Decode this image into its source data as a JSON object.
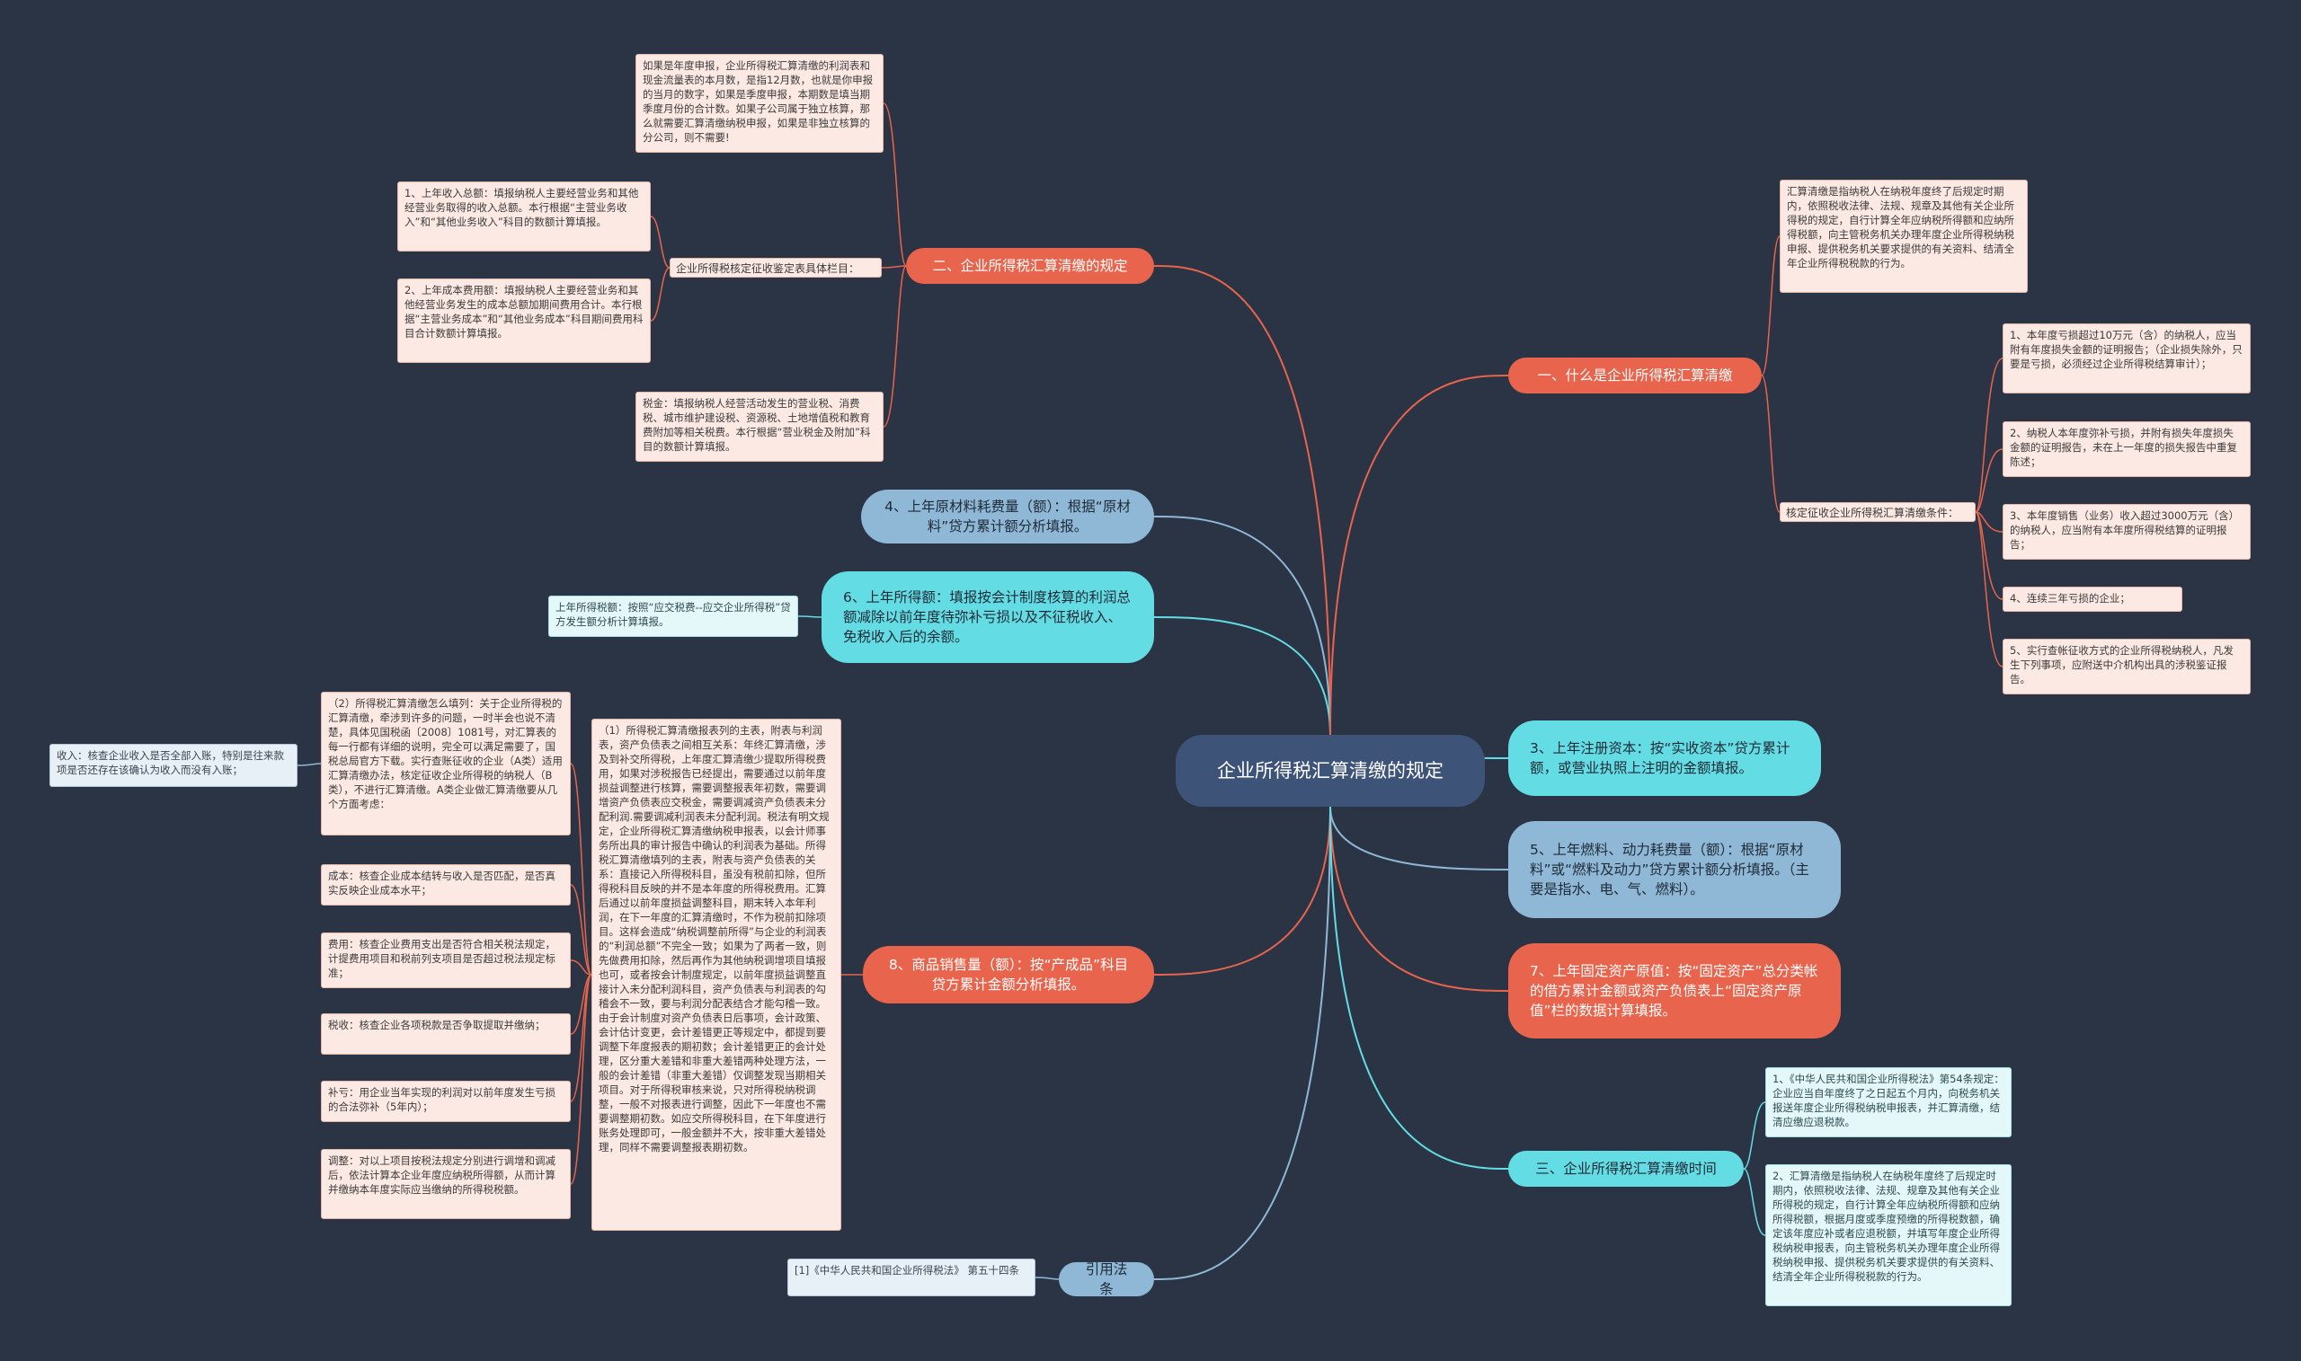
{
  "root": "企业所得税汇算清缴的规定",
  "colors": {
    "background": "#2a3444",
    "red": "#e8644c",
    "cyan": "#63dde3",
    "blue": "#8fb8d6",
    "root": "#3d5378"
  },
  "branches": {
    "b2": {
      "title": "二、企业所得税汇算清缴的规定"
    },
    "b4": {
      "title": "4、上年原材料耗费量（额）：根据“原材料”贷方累计额分析填报。"
    },
    "b6": {
      "title": "6、上年所得额：填报按会计制度核算的利润总额减除以前年度待弥补亏损以及不征税收入、免税收入后的余额。"
    },
    "b8": {
      "title": "8、商品销售量（额）：按“产成品”科目贷方累计金额分析填报。"
    },
    "cite": {
      "title": "引用法条"
    },
    "b1": {
      "title": "一、什么是企业所得税汇算清缴"
    },
    "b3r": {
      "title": "3、上年注册资本：按“实收资本”贷方累计额，或营业执照上注明的金额填报。"
    },
    "b5": {
      "title": "5、上年燃料、动力耗费量（额）：根据“原材料”或“燃料及动力”贷方累计额分析填报。（主要是指水、电、气、燃料）。"
    },
    "b7": {
      "title": "7、上年固定资产原值：按“固定资产”总分类帐的借方累计金额或资产负债表上“固定资产原值”栏的数据计算填报。"
    },
    "b3t": {
      "title": "三、企业所得税汇算清缴时间"
    }
  },
  "notes": {
    "n_top": "如果是年度申报，企业所得税汇算清缴的利润表和现金流量表的本月数，是指12月数，也就是你申报的当月的数字，如果是季度申报，本期数是填当期季度月份的合计数。如果子公司属于独立核算，那么就需要汇算清缴纳税申报，如果是非独立核算的分公司，则不需要!",
    "label_form": "企业所得税核定征收鉴定表具体栏目：",
    "n_income": "1、上年收入总额：填报纳税人主要经营业务和其他经营业务取得的收入总额。本行根据“主营业务收入”和“其他业务收入”科目的数额计算填报。",
    "n_cost": "2、上年成本费用额：填报纳税人主要经营业务和其他经营业务发生的成本总额加期间费用合计。本行根据“主营业务成本”和“其他业务成本”科目期间费用科目合计数额计算填报。",
    "n_tax": "税金：填报纳税人经营活动发生的营业税、消费税、城市维护建设税、资源税、土地增值税和教育费附加等相关税费。本行根据“营业税金及附加”科目的数额计算填报。",
    "n_prev_tax": "上年所得税额：按照“应交税费--应交企业所得税”贷方发生额分析计算填报。",
    "n_big": "（1）所得税汇算清缴报表列的主表，附表与利润表，资产负债表之间相互关系：年终汇算清缴，涉及到补交所得税，上年度汇算清缴少提取所得税费用，如果对涉税报告已经提出，需要通过以前年度损益调整进行核算，需要调整报表年初数，需要调增资产负债表应交税金，需要调减资产负债表未分配利润.需要调减利润表未分配利润。税法有明文规定，企业所得税汇算清缴纳税申报表，以会计师事务所出具的审计报告中确认的利润表为基础。所得税汇算清缴填列的主表，附表与资产负债表的关系：直接记入所得税科目，虽没有税前扣除，但所得税科目反映的并不是本年度的所得税费用。汇算后通过以前年度损益调整科目，期末转入本年利润，在下一年度的汇算清缴时，不作为税前扣除项目。这样会造成“纳税调整前所得”与企业的利润表的“利润总额”不完全一致；如果为了两者一致，则先做费用扣除，然后再作为其他纳税调增项目填报也可，或者按会计制度规定，以前年度损益调整直接计入未分配利润科目，资产负债表与利润表的勾稽会不一致，要与利润分配表结合才能勾稽一致。由于会计制度对资产负债表日后事项，会计政策、会计估计变更，会计差错更正等规定中，都提到要调整下年度报表的期初数；会计差错更正的会计处理，区分重大差错和非重大差错两种处理方法，一般的会计差错（非重大差错）仅调整发现当期相关项目。对于所得税审核来说，只对所得税纳税调整，一般不对报表进行调整，因此下一年度也不需要调整期初数。如应交所得税科目，在下年度进行账务处理即可，一般金额并不大，按非重大差错处理，同样不需要调整报表期初数。",
    "n_q2": "（2）所得税汇算清缴怎么填列：关于企业所得税的汇算清缴，牵涉到许多的问题，一时半会也说不清楚，具体见国税函〔2008〕1081号，对汇算表的每一行都有详细的说明，完全可以满足需要了，国税总局官方下载。实行查账征收的企业（A类）适用汇算清缴办法，核定征收企业所得税的纳税人（B类），不进行汇算清缴。A类企业做汇算清缴要从几个方面考虑：",
    "n_income_check": "收入：核查企业收入是否全部入账，特别是往来款项是否还存在该确认为收入而没有入账；",
    "n_cost_check": "成本：核查企业成本结转与收入是否匹配，是否真实反映企业成本水平；",
    "n_fee": "费用：核查企业费用支出是否符合相关税法规定，计提费用项目和税前列支项目是否超过税法规定标准；",
    "n_tax_check": "税收：核查企业各项税款是否争取提取并缴纳；",
    "n_loss": "补亏：用企业当年实现的利润对以前年度发生亏损的合法弥补（5年内）；",
    "n_adjust": "调整：对以上项目按税法规定分别进行调增和调减后，依法计算本企业年度应纳税所得额，从而计算并缴纳本年度实际应当缴纳的所得税税额。",
    "n_cite": "[1]《中华人民共和国企业所得税法》 第五十四条",
    "n_def": "汇算清缴是指纳税人在纳税年度终了后规定时期内，依照税收法律、法规、规章及其他有关企业所得税的规定，自行计算全年应纳税所得额和应纳所得税额，向主管税务机关办理年度企业所得税纳税申报、提供税务机关要求提供的有关资料、结清全年企业所得税税款的行为。",
    "label_cond": "核定征收企业所得税汇算清缴条件：",
    "c1": "1、本年度亏损超过10万元（含）的纳税人，应当附有年度损失金额的证明报告；（企业损失除外，只要是亏损，必须经过企业所得税结算审计）；",
    "c2": "2、纳税人本年度弥补亏损，并附有损失年度损失金额的证明报告，未在上一年度的损失报告中重复陈述；",
    "c3": "3、本年度销售（业务）收入超过3000万元（含）的纳税人，应当附有本年度所得税结算的证明报告；",
    "c4": "4、连续三年亏损的企业；",
    "c5": "5、实行查帐征收方式的企业所得税纳税人，凡发生下列事项，应附送中介机构出具的涉税鉴证报告。",
    "t1": "1、《中华人民共和国企业所得税法》第54条规定：企业应当自年度终了之日起五个月内，向税务机关报送年度企业所得税纳税申报表，并汇算清缴，结清应缴应退税款。",
    "t2": "2、汇算清缴是指纳税人在纳税年度终了后规定时期内，依照税收法律、法规、规章及其他有关企业所得税的规定，自行计算全年应纳税所得额和应纳所得税额，根据月度或季度预缴的所得税数额，确定该年度应补或者应退税额，并填写年度企业所得税纳税申报表，向主管税务机关办理年度企业所得税纳税申报、提供税务机关要求提供的有关资料、结清全年企业所得税税款的行为。"
  }
}
